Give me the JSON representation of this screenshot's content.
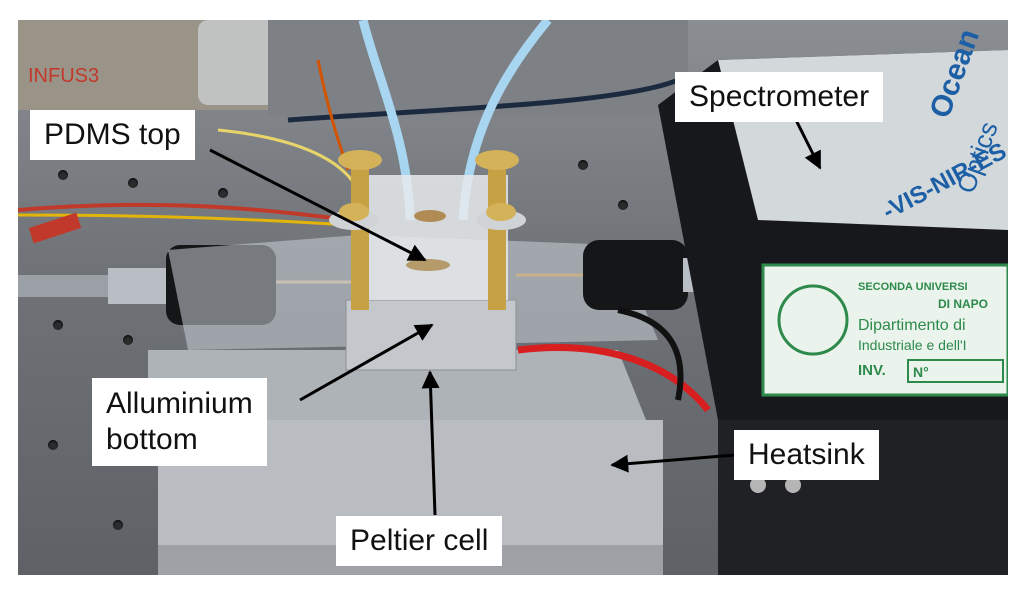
{
  "labels": {
    "pdms_top": "PDMS top",
    "spectrometer": "Spectrometer",
    "alluminium_bottom_line1": "Alluminium",
    "alluminium_bottom_line2": "bottom",
    "heatsink": "Heatsink",
    "peltier_cell": "Peltier cell"
  },
  "background_text": {
    "instrument_label": "INFUS3",
    "brand_line1": "Ocean",
    "brand_line2": "Optics",
    "model": "-VIS-NIR-ES",
    "sticker_line1": "SECONDA UNIVERSI",
    "sticker_line2": "DI NAPO",
    "sticker_line3": "Dipartimento di",
    "sticker_line4": "Industriale e dell'I",
    "sticker_inv": "INV.",
    "sticker_n": "N°"
  }
}
